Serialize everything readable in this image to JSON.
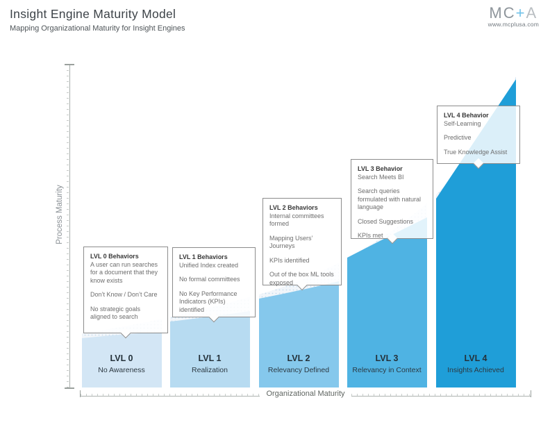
{
  "header": {
    "title": "Insight Engine Maturity Model",
    "subtitle": "Mapping Organizational Maturity for Insight Engines"
  },
  "logo": {
    "mc": "MC",
    "plus": "+",
    "a": "A",
    "url": "www.mcplusa.com",
    "plus_color": "#70c2e9"
  },
  "axes": {
    "y_label": "Process Maturity",
    "x_label": "Organizational Maturity"
  },
  "levels": [
    {
      "bar_label": "LVL 0",
      "bar_sublabel": "No Awareness",
      "color": "#d3e6f5",
      "box_title": "LVL 0 Behaviors",
      "behaviors": [
        "A user can run searches for a document that they know exists",
        "Don’t Know / Don’t Care",
        "No strategic goals aligned to search"
      ]
    },
    {
      "bar_label": "LVL 1",
      "bar_sublabel": "Realization",
      "color": "#b7dbf1",
      "box_title": "LVL 1 Behaviors",
      "behaviors": [
        "Unified Index created",
        "No formal committees",
        "No Key Performance Indicators (KPIs) identified"
      ]
    },
    {
      "bar_label": "LVL 2",
      "bar_sublabel": "Relevancy Defined",
      "color": "#85c8ec",
      "box_title": "LVL 2 Behaviors",
      "behaviors": [
        "Internal committees formed",
        "Mapping Users’ Journeys",
        "KPIs identified",
        "Out of the box ML tools exposed"
      ]
    },
    {
      "bar_label": "LVL 3",
      "bar_sublabel": "Relevancy in Context",
      "color": "#4fb3e3",
      "box_title": "LVL 3 Behavior",
      "behaviors": [
        "Search Meets BI",
        "Search queries formulated with natural language",
        "Closed Suggestions",
        "KPIs met"
      ]
    },
    {
      "bar_label": "LVL 4",
      "bar_sublabel": "Insights Achieved",
      "color": "#1f9ed8",
      "box_title": "LVL 4 Behavior",
      "behaviors": [
        "Self-Learning",
        "Predictive",
        "True Knowledge Assist"
      ]
    }
  ]
}
